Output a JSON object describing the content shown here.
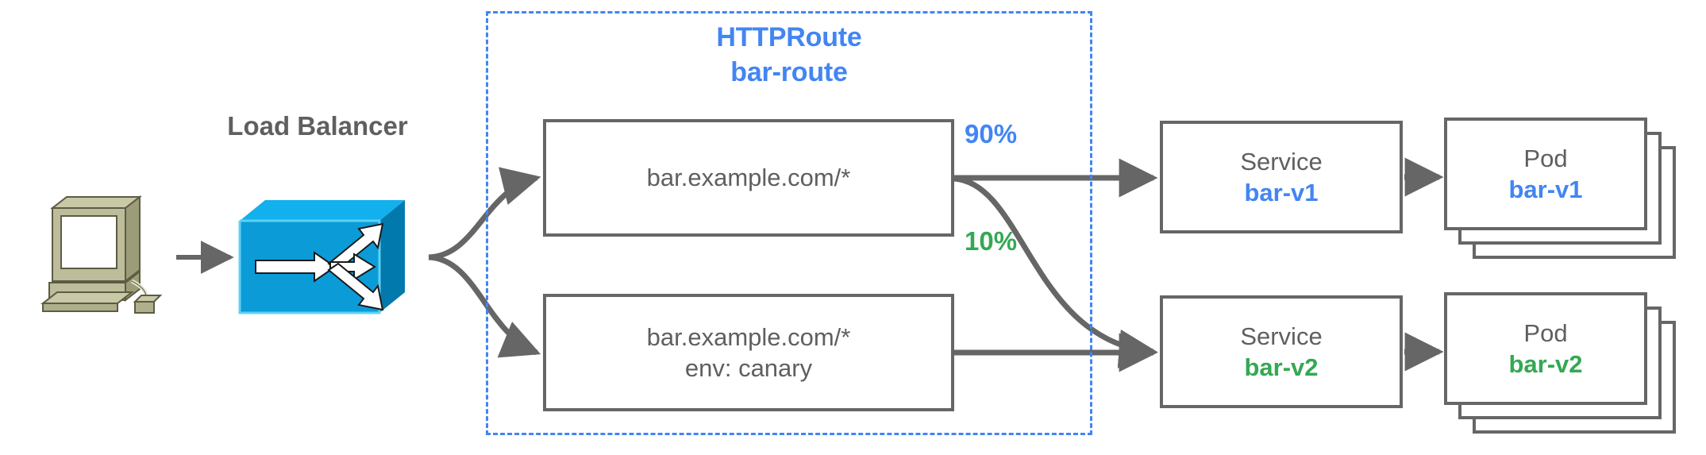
{
  "diagram": {
    "title": "HTTPRoute traffic splitting canary diagram",
    "colors": {
      "blue": "#4285F4",
      "green": "#34A853",
      "gray": "#5f5f5f",
      "border_gray": "#666666",
      "lb_blue": "#0B9CD8",
      "client_khaki": "#A8A87E"
    }
  },
  "client": {
    "icon": "workstation-icon"
  },
  "load_balancer": {
    "caption": "Load Balancer",
    "icon": "load-balancer-switch-icon"
  },
  "http_route": {
    "kind_label": "HTTPRoute",
    "name_label": "bar-route",
    "rules": [
      {
        "id": "rule-1",
        "match": "bar.example.com/*",
        "header": ""
      },
      {
        "id": "rule-2",
        "match": "bar.example.com/*",
        "header": "env: canary"
      }
    ]
  },
  "weights": [
    {
      "id": "weight-90",
      "label": "90%",
      "color": "#4285F4",
      "target": "bar-v1"
    },
    {
      "id": "weight-10",
      "label": "10%",
      "color": "#34A853",
      "target": "bar-v2"
    }
  ],
  "services": [
    {
      "id": "service-1",
      "kind": "Service",
      "name": "bar-v1",
      "color": "blue"
    },
    {
      "id": "service-2",
      "kind": "Service",
      "name": "bar-v2",
      "color": "green"
    }
  ],
  "pods": [
    {
      "id": "pod-stack-1",
      "kind": "Pod",
      "name": "bar-v1",
      "color": "blue",
      "replicas": 3
    },
    {
      "id": "pod-stack-2",
      "kind": "Pod",
      "name": "bar-v2",
      "color": "green",
      "replicas": 3
    }
  ]
}
